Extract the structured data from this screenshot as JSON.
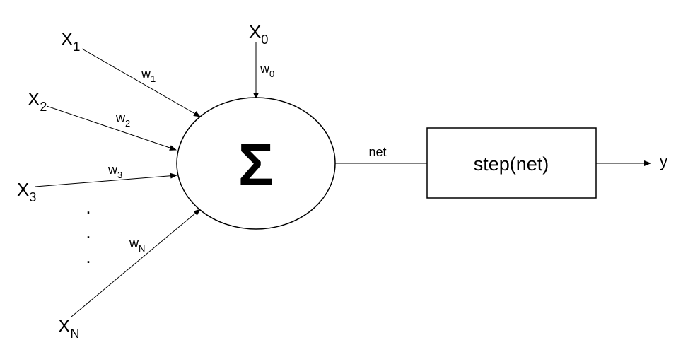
{
  "inputs": [
    {
      "base": "X",
      "sub": "1",
      "weight_base": "w",
      "weight_sub": "1"
    },
    {
      "base": "X",
      "sub": "2",
      "weight_base": "w",
      "weight_sub": "2"
    },
    {
      "base": "X",
      "sub": "3",
      "weight_base": "w",
      "weight_sub": "3"
    },
    {
      "base": "X",
      "sub": "N",
      "weight_base": "w",
      "weight_sub": "N"
    }
  ],
  "bias": {
    "base": "X",
    "sub": "0",
    "weight_base": "w",
    "weight_sub": "0"
  },
  "ellipsis": ".",
  "summation_symbol": "Σ",
  "net_label": "net",
  "activation_label": "step(net)",
  "output_label": "y"
}
